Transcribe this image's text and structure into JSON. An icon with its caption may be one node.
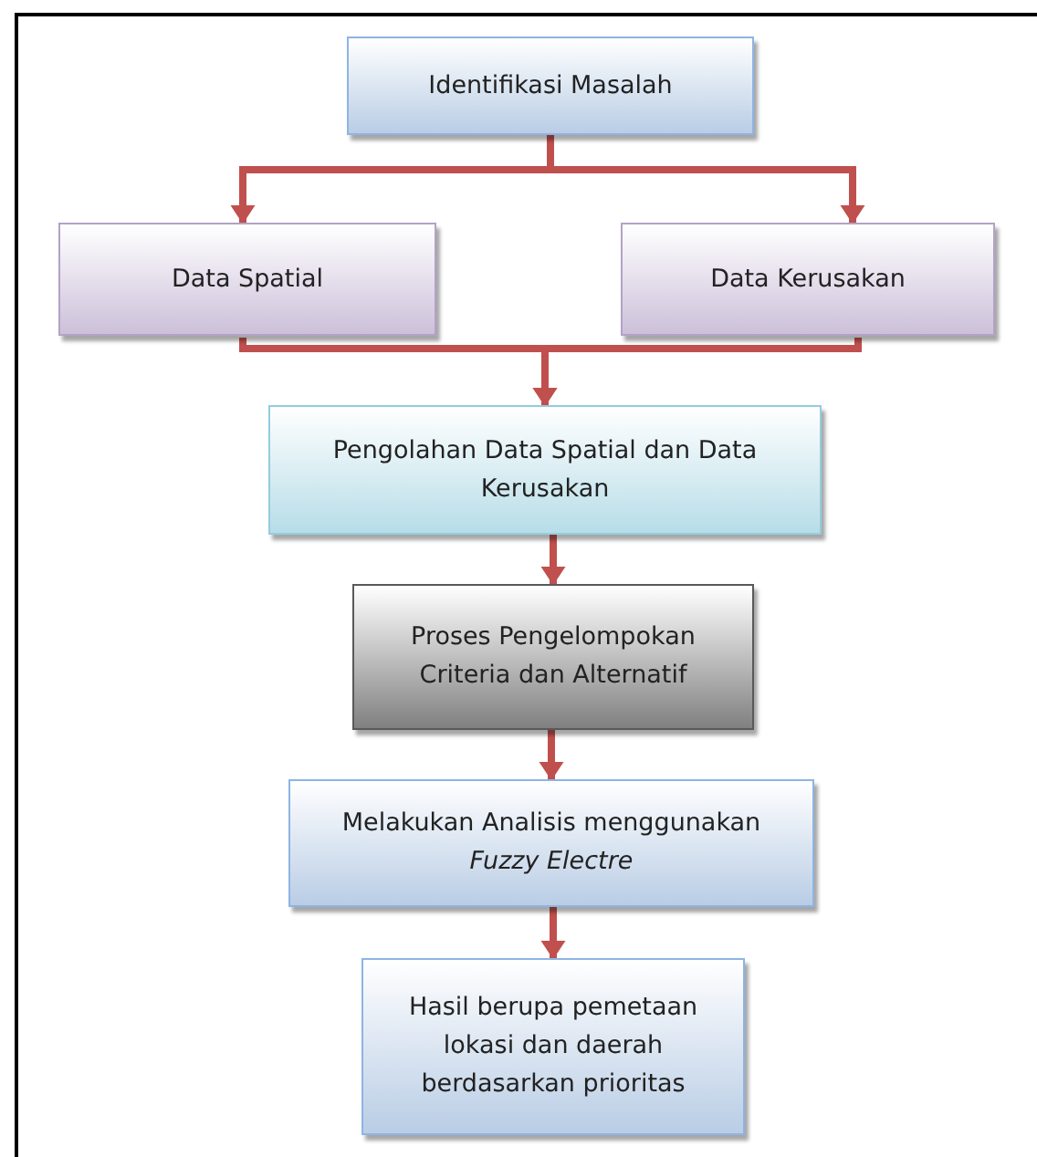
{
  "diagram": {
    "nodes": [
      {
        "text": [
          "Identifikasi Masalah"
        ]
      },
      {
        "text": [
          "Data Spatial"
        ]
      },
      {
        "text": [
          "Data Kerusakan"
        ]
      },
      {
        "text": [
          "Pengolahan Data Spatial dan Data Kerusakan"
        ]
      },
      {
        "text": [
          "Proses Pengelompokan Criteria dan Alternatif"
        ]
      },
      {
        "text": [
          "Melakukan Analisis menggunakan *Fuzzy Electre*"
        ]
      },
      {
        "text": [
          "Hasil berupa pemetaan lokasi dan daerah berdasarkan prioritas"
        ]
      }
    ],
    "edges": [
      {
        "from": 0,
        "to": 1,
        "arrow": "to"
      },
      {
        "from": 0,
        "to": 2,
        "arrow": "to"
      },
      {
        "from": 1,
        "to": 3,
        "arrow": "to"
      },
      {
        "from": 2,
        "to": 3,
        "arrow": "to"
      },
      {
        "from": 3,
        "to": 4,
        "arrow": "to"
      },
      {
        "from": 4,
        "to": 5,
        "arrow": "to"
      },
      {
        "from": 5,
        "to": 6,
        "arrow": "to"
      }
    ]
  }
}
